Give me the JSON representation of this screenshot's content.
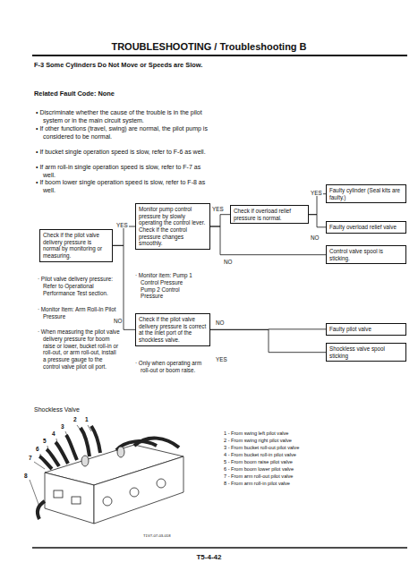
{
  "diagram": {
    "title": "TROUBLESHOOTING / Troubleshooting B",
    "nodes": [
      {
        "text": [
          "Check if the pilot valve delivery pressure is normal by monitoring or measuring."
        ]
      },
      {
        "text": [
          "Monitor pump control pressure by slowly operating the control lever. Check if the control pressure changes smoothly."
        ]
      },
      {
        "text": [
          "Check if overload relief pressure is normal."
        ]
      },
      {
        "text": [
          "Faulty cylinder (Seal kits are faulty.)"
        ]
      },
      {
        "text": [
          "Faulty overload relief valve"
        ]
      },
      {
        "text": [
          "Control valve spool is sticking."
        ]
      },
      {
        "text": [
          "Check if the pilot valve delivery pressure is correct at the inlet port of the shockless valve."
        ]
      },
      {
        "text": [
          "Faulty pilot valve"
        ]
      },
      {
        "text": [
          "Shockless valve spool sticking"
        ]
      }
    ],
    "edges": [
      {
        "from": 0,
        "to": 1,
        "label": "YES",
        "arrow": "none"
      },
      {
        "from": 0,
        "to": 6,
        "label": "NO",
        "arrow": "none"
      },
      {
        "from": 1,
        "to": 2,
        "label": "YES",
        "arrow": "none"
      },
      {
        "from": 1,
        "to": 5,
        "label": "NO",
        "arrow": "none"
      },
      {
        "from": 2,
        "to": 3,
        "label": "YES",
        "arrow": "none"
      },
      {
        "from": 2,
        "to": 4,
        "label": "NO",
        "arrow": "none"
      },
      {
        "from": 6,
        "to": 7,
        "label": "NO",
        "arrow": "none"
      },
      {
        "from": 6,
        "to": 8,
        "label": "YES",
        "arrow": "none"
      }
    ],
    "labels": [
      "F-3 Some Cylinders Do Not Move or Speeds are Slow.",
      "Related Fault Code: None",
      "• Discriminate whether the cause of the trouble is in the pilot system or in the main circuit system.",
      "• If other functions (travel, swing) are normal, the pilot pump is considered to be normal.",
      "• If bucket single operation speed is slow, refer to F-6 as well.",
      "• If arm roll-in single operation speed is slow, refer to F-7 as well.",
      "• If boom lower single operation speed is slow, refer to F-8 as well.",
      "· Pilot valve delivery pressure: Refer to Operational Performance Test section.",
      "· Monitor Item: Arm Roll-In Pilot Pressure",
      "· When measuring the pilot valve delivery pressure for boom raise or lower, bucket roll-in or roll-out, or arm roll-out, install a pressure gauge to the control valve pilot oil port.",
      "· Monitor item: Pump 1 Control Pressure Pump 2 Control Pressure",
      "· Only when operating arm roll-out or boom raise.",
      "Shockless Valve",
      "1",
      "2",
      "3",
      "4",
      "5",
      "6",
      "7",
      "8",
      "1 -  From swing left pilot valve",
      "2 -  From swing right pilot valve",
      "3 -  From bucket roll-out pilot valve",
      "4 -  From bucket roll-in pilot valve",
      "5 -  From boom raise pilot valve",
      "6 -  From boom lower pilot valve",
      "7 -  From arm roll-out pilot valve",
      "8 -  From arm roll-in pilot valve",
      "T1V7-07-03-018",
      "T5-4-42"
    ]
  }
}
